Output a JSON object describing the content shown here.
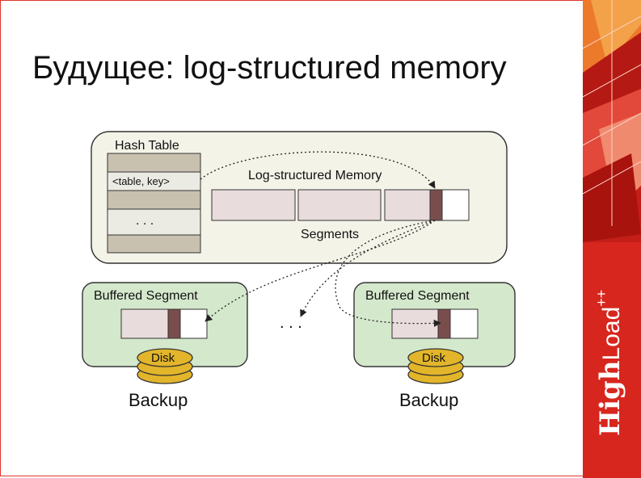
{
  "slide": {
    "title": "Будущее: log-structured memory"
  },
  "diagram": {
    "hash_table": {
      "title": "Hash Table",
      "entry": "<table, key>",
      "ellipsis": ". . ."
    },
    "log_memory": {
      "title": "Log-structured Memory",
      "segments_label": "Segments"
    },
    "buffered_segments": [
      {
        "title": "Buffered Segment",
        "disk_label": "Disk",
        "backup_label": "Backup"
      },
      {
        "title": "Buffered Segment",
        "disk_label": "Disk",
        "backup_label": "Backup"
      }
    ],
    "between_ellipsis": ". . ."
  },
  "brand": {
    "high": "High",
    "load": "Load",
    "plus": "++",
    "accent_color": "#d7261e"
  },
  "colors": {
    "outer_box": "#f3f3e8",
    "buffer_box": "#d4e8cc",
    "hash_cell": "#c9c1b0",
    "segment_fill": "#e8dcdc",
    "head_marker": "#7a4d4d",
    "disk_gold": "#e3b52a"
  }
}
